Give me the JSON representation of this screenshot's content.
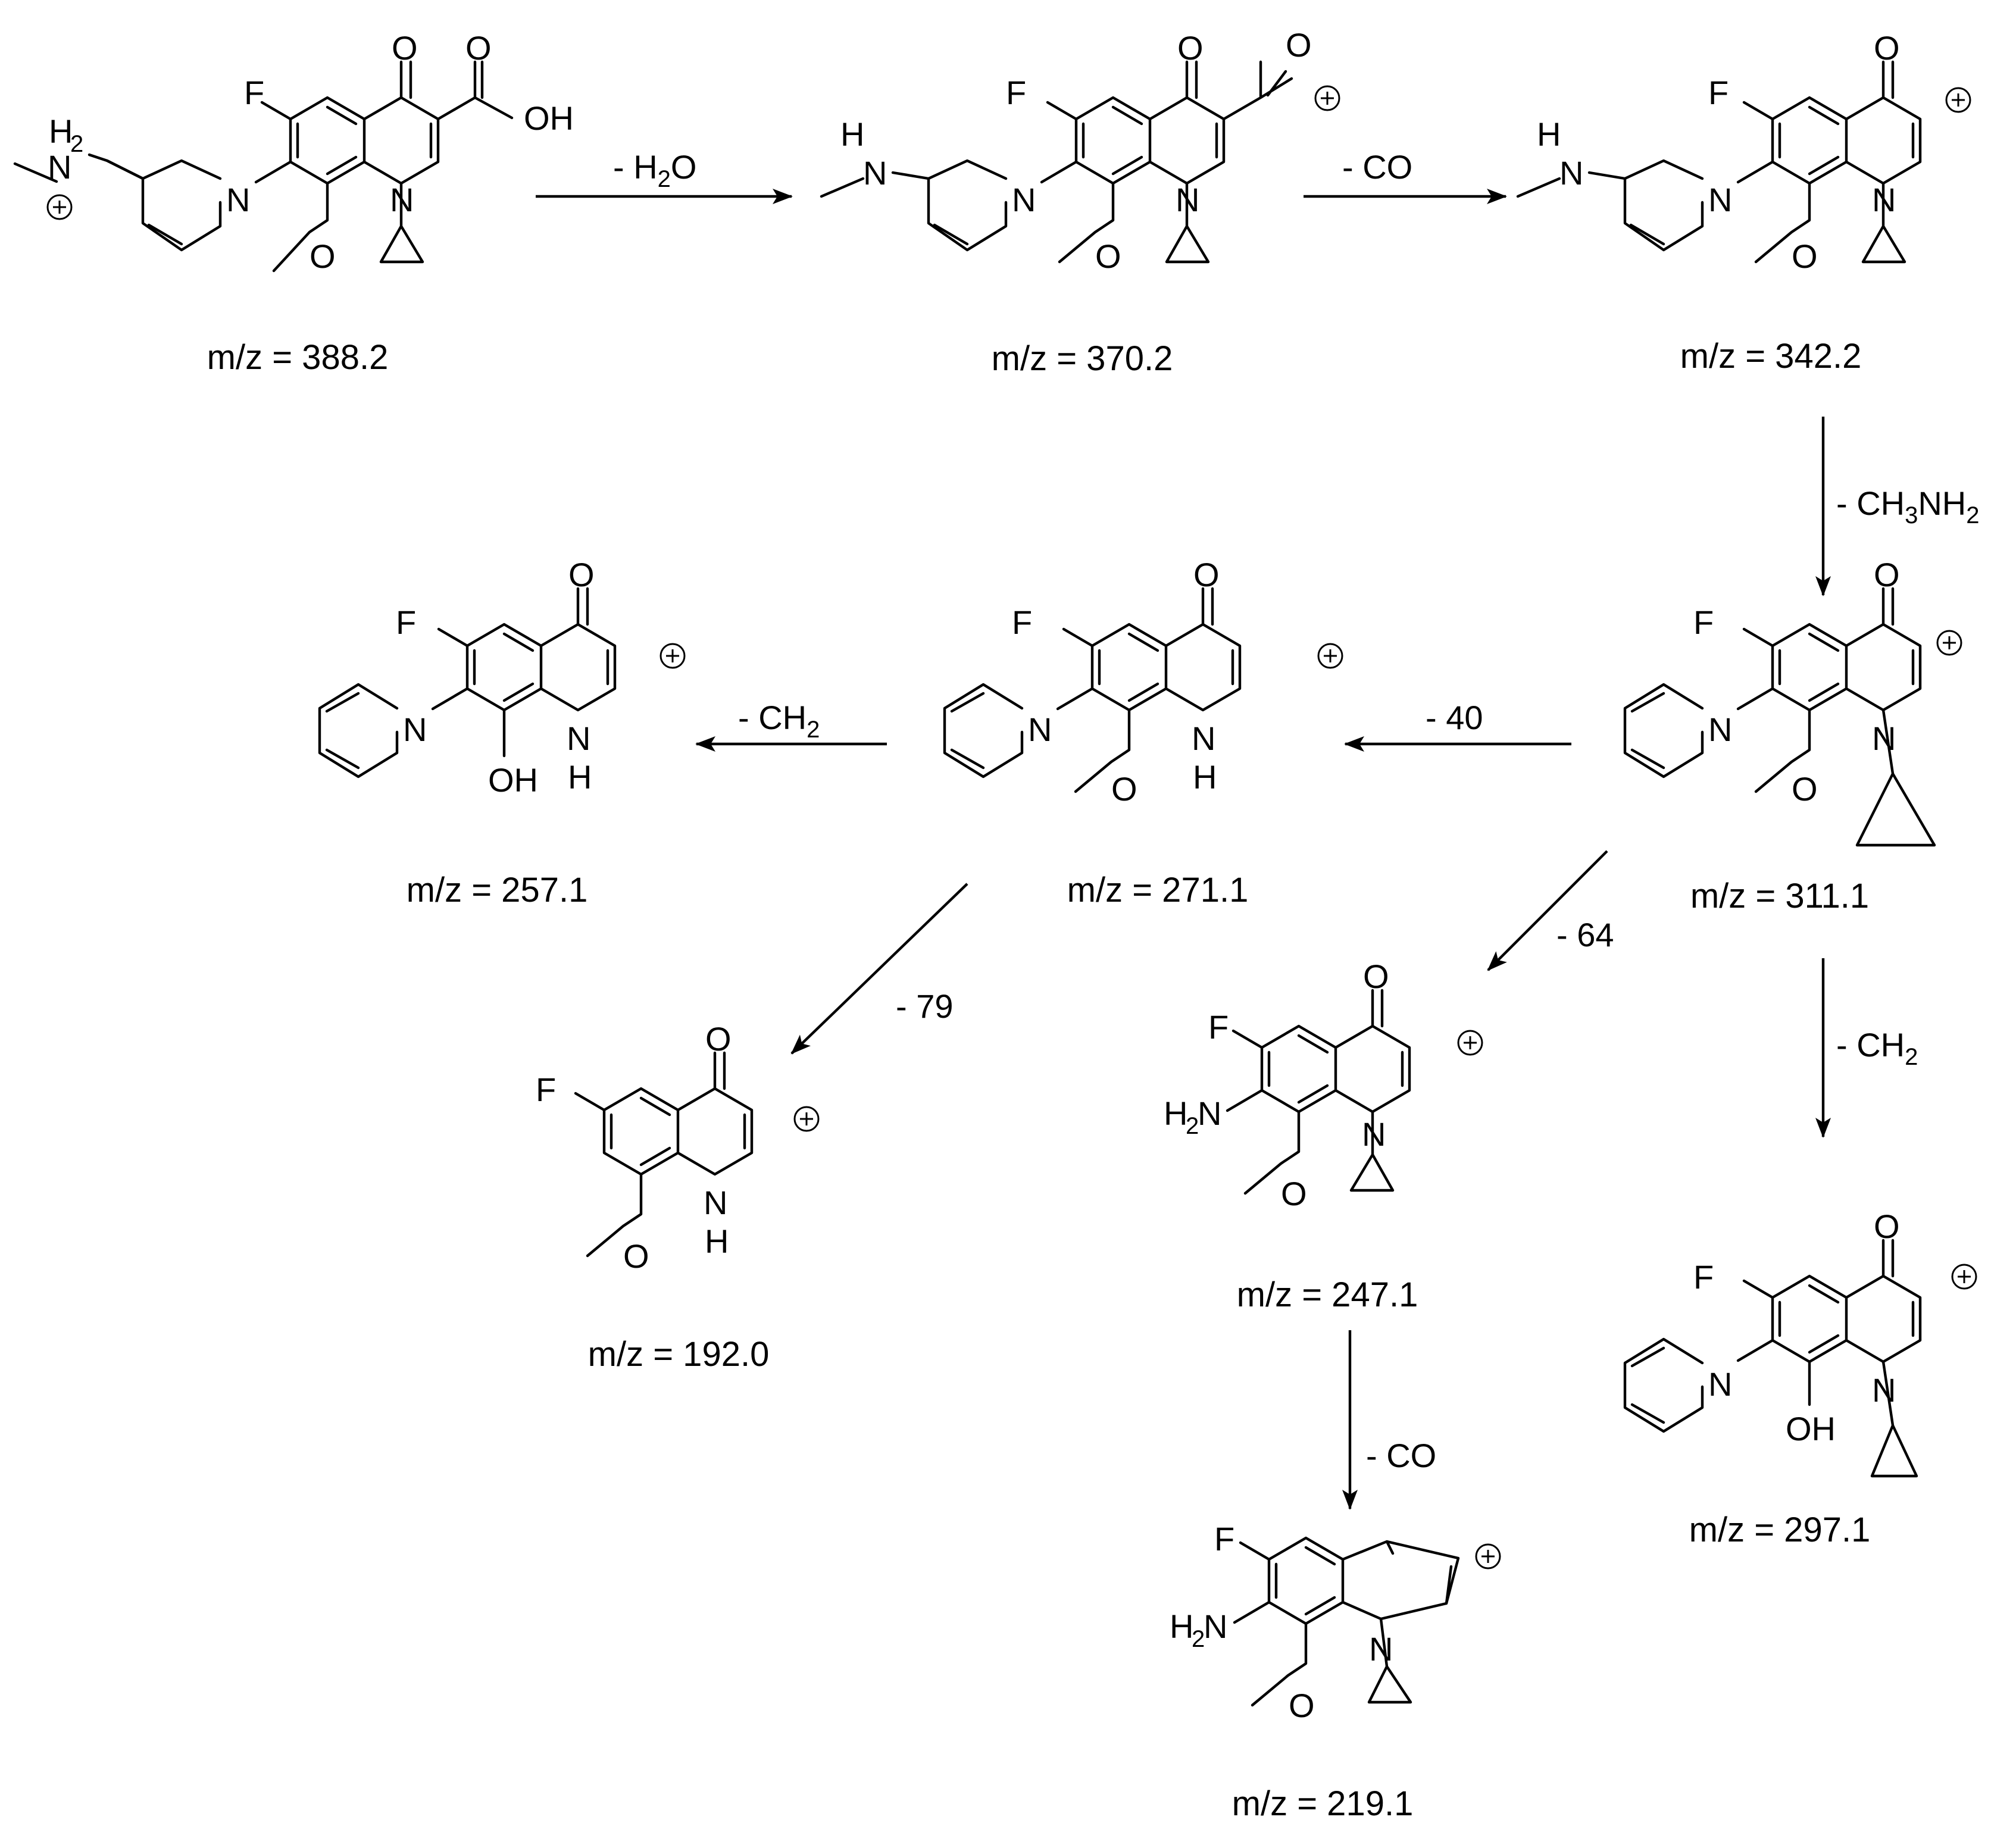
{
  "fragments": [
    {
      "id": "f388",
      "mz": "m/z = 388.2"
    },
    {
      "id": "f370",
      "mz": "m/z = 370.2"
    },
    {
      "id": "f342",
      "mz": "m/z = 342.2"
    },
    {
      "id": "f311",
      "mz": "m/z = 311.1"
    },
    {
      "id": "f271",
      "mz": "m/z = 271.1"
    },
    {
      "id": "f257",
      "mz": "m/z = 257.1"
    },
    {
      "id": "f247",
      "mz": "m/z = 247.1"
    },
    {
      "id": "f219",
      "mz": "m/z = 219.1"
    },
    {
      "id": "f192",
      "mz": "m/z = 192.0"
    },
    {
      "id": "f297",
      "mz": "m/z = 297.1"
    }
  ],
  "losses": {
    "h2o": {
      "main": "- H",
      "sub": "2",
      "tail": "O"
    },
    "co_1": "- CO",
    "ch3nh2": {
      "main": "- CH",
      "sub1": "3",
      "mid": "NH",
      "sub2": "2"
    },
    "m40": "- 40",
    "ch2_a": {
      "main": "- CH",
      "sub": "2"
    },
    "m79": "- 79",
    "m64": "- 64",
    "ch2_b": {
      "main": "- CH",
      "sub": "2"
    },
    "co_2": "- CO"
  },
  "atoms": {
    "F": "F",
    "O": "O",
    "N": "N",
    "H": "H",
    "OH": "OH",
    "NH": "N",
    "H2": "H",
    "two": "2",
    "H2N": "H",
    "N_label": "N"
  }
}
